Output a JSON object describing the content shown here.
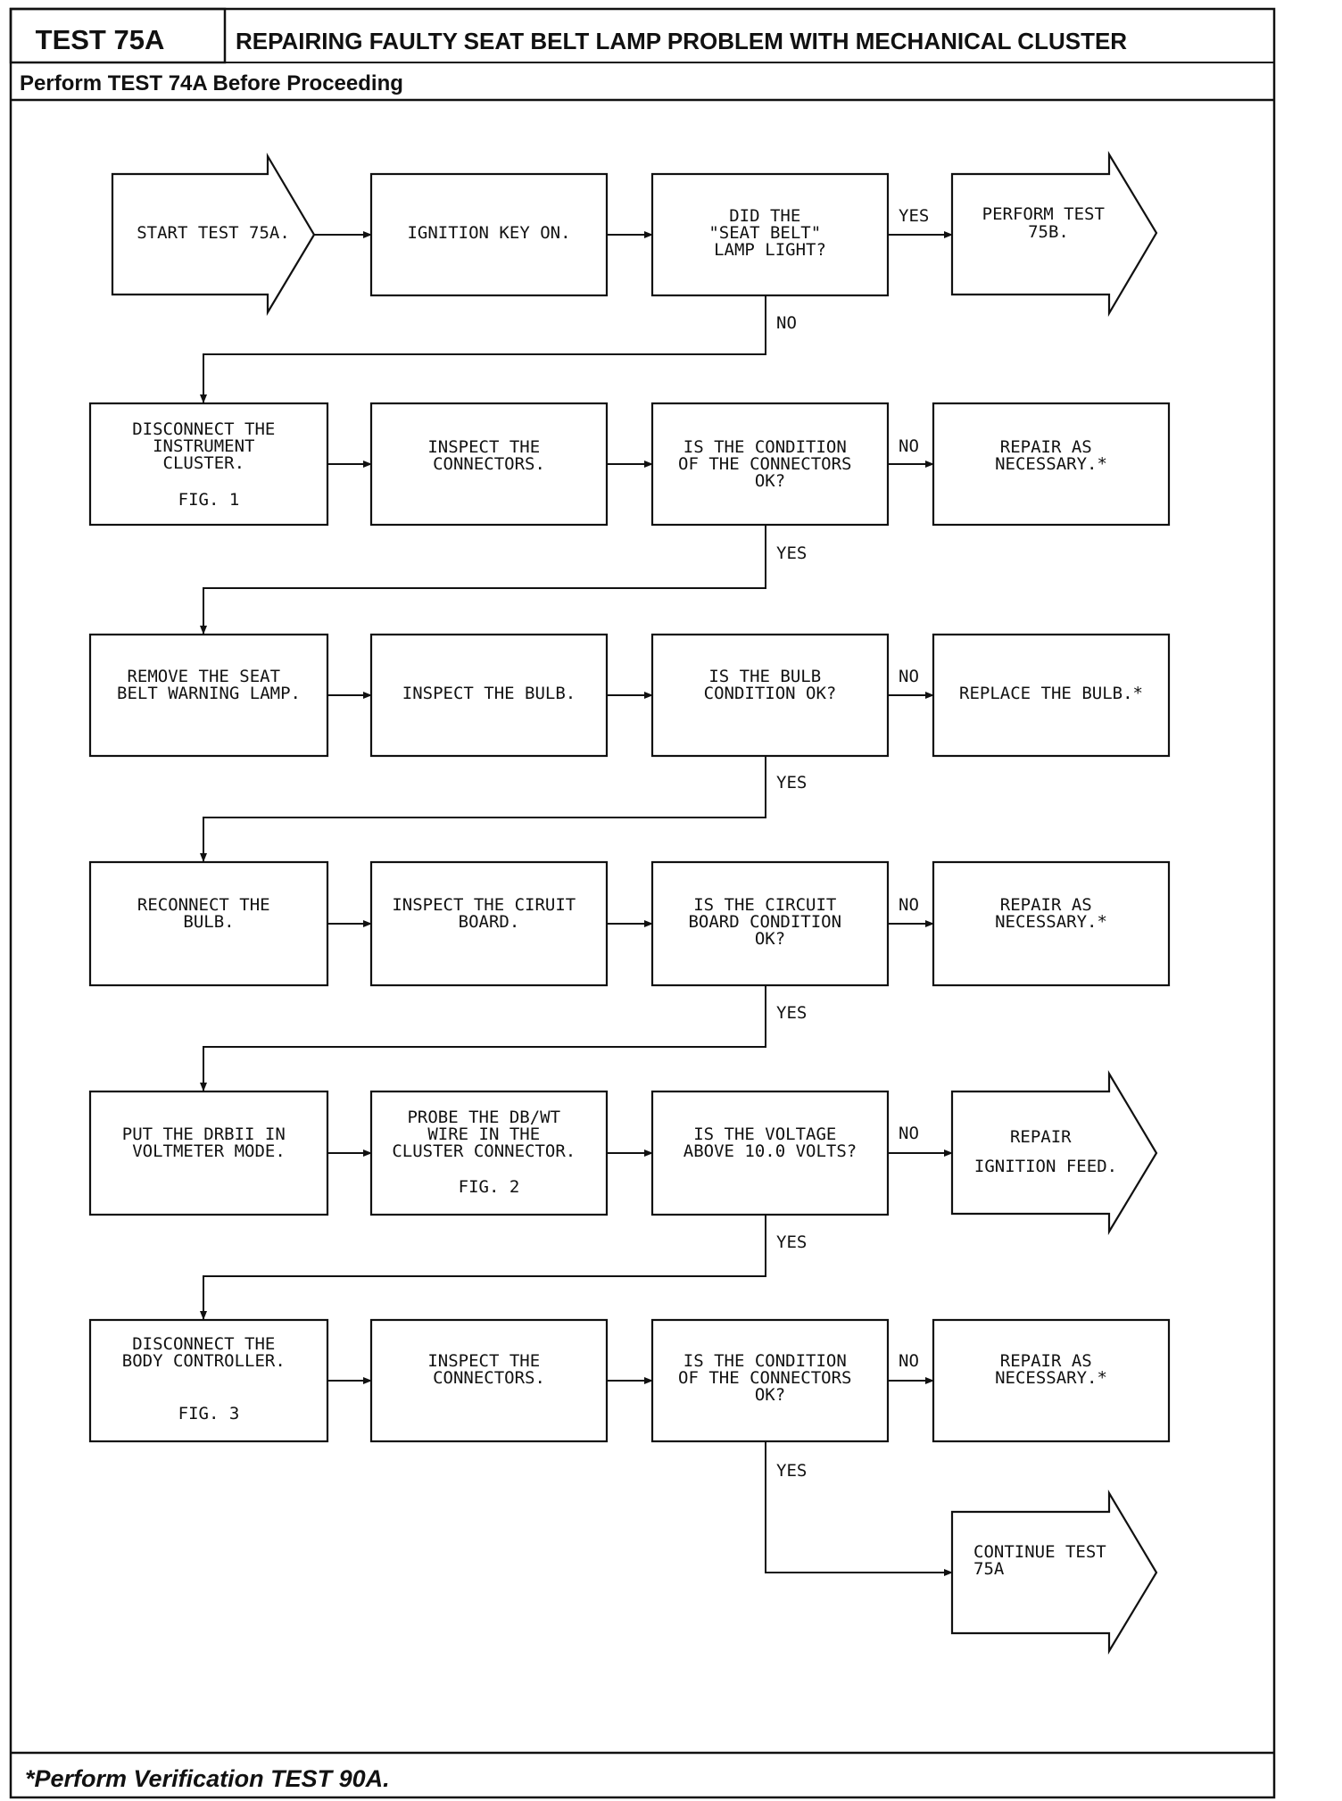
{
  "header": {
    "test_id": "TEST 75A",
    "title": "REPAIRING FAULTY SEAT BELT LAMP PROBLEM WITH MECHANICAL CLUSTER",
    "subtitle": "Perform TEST 74A Before Proceeding"
  },
  "footer": {
    "note": "*Perform Verification TEST 90A."
  },
  "flow": {
    "row1": {
      "start": [
        "START TEST 75A."
      ],
      "step": [
        "IGNITION KEY ON."
      ],
      "decision": [
        "DID THE",
        "\"SEAT BELT\"",
        "LAMP LIGHT?"
      ],
      "yes_label": "YES",
      "outcome": [
        "PERFORM TEST",
        "75B."
      ],
      "no_label": "NO"
    },
    "row2": {
      "action": [
        "DISCONNECT THE",
        "INSTRUMENT",
        "CLUSTER."
      ],
      "fig": "FIG. 1",
      "step": [
        "INSPECT THE",
        "CONNECTORS."
      ],
      "decision": [
        "IS THE CONDITION",
        "OF THE CONNECTORS",
        "OK?"
      ],
      "no_label": "NO",
      "outcome": [
        "REPAIR AS",
        "NECESSARY.*"
      ],
      "yes_label": "YES"
    },
    "row3": {
      "action": [
        "REMOVE THE SEAT",
        "BELT WARNING LAMP."
      ],
      "step": [
        "INSPECT THE BULB."
      ],
      "decision": [
        "IS THE BULB",
        "CONDITION OK?"
      ],
      "no_label": "NO",
      "outcome": [
        "REPLACE THE BULB.*"
      ],
      "yes_label": "YES"
    },
    "row4": {
      "action": [
        "RECONNECT THE",
        "BULB."
      ],
      "step": [
        "INSPECT THE CIRUIT",
        "BOARD."
      ],
      "decision": [
        "IS THE CIRCUIT",
        "BOARD CONDITION",
        "OK?"
      ],
      "no_label": "NO",
      "outcome": [
        "REPAIR AS",
        "NECESSARY.*"
      ],
      "yes_label": "YES"
    },
    "row5": {
      "action": [
        "PUT THE DRBII IN",
        "VOLTMETER MODE."
      ],
      "step": [
        "PROBE THE DB/WT",
        "WIRE IN THE",
        "CLUSTER CONNECTOR."
      ],
      "fig": "FIG. 2",
      "decision": [
        "IS THE VOLTAGE",
        "ABOVE 10.0 VOLTS?"
      ],
      "no_label": "NO",
      "outcome": [
        "REPAIR",
        "IGNITION FEED."
      ],
      "yes_label": "YES"
    },
    "row6": {
      "action": [
        "DISCONNECT THE",
        "BODY CONTROLLER."
      ],
      "fig": "FIG. 3",
      "step": [
        "INSPECT THE",
        "CONNECTORS."
      ],
      "decision": [
        "IS THE CONDITION",
        "OF THE CONNECTORS",
        "OK?"
      ],
      "no_label": "NO",
      "outcome": [
        "REPAIR AS",
        "NECESSARY.*"
      ],
      "yes_label": "YES"
    },
    "end": {
      "outcome": [
        "CONTINUE TEST",
        "75A"
      ]
    }
  }
}
